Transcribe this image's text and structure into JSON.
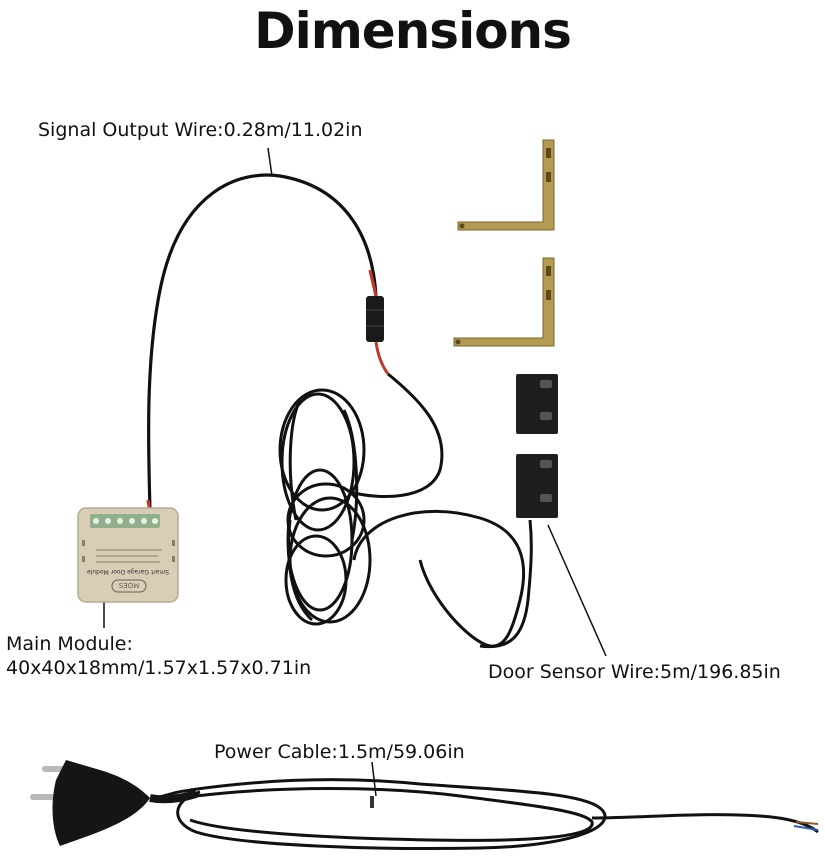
{
  "title": "Dimensions",
  "labels": {
    "signal_wire": "Signal Output Wire:0.28m/11.02in",
    "main_module_line1": "Main Module:",
    "main_module_line2": "40x40x18mm/1.57x1.57x0.71in",
    "door_sensor_wire": "Door Sensor Wire:5m/196.85in",
    "power_cable": "Power Cable:1.5m/59.06in"
  },
  "module": {
    "product_name": "Smart Garage Door Module",
    "brand": "MOES"
  },
  "colors": {
    "cable": "#111111",
    "module_body": "#d9cdb6",
    "terminal_green": "#8fb08a",
    "bracket": "#b59a52",
    "wire_red": "#c0392b"
  }
}
